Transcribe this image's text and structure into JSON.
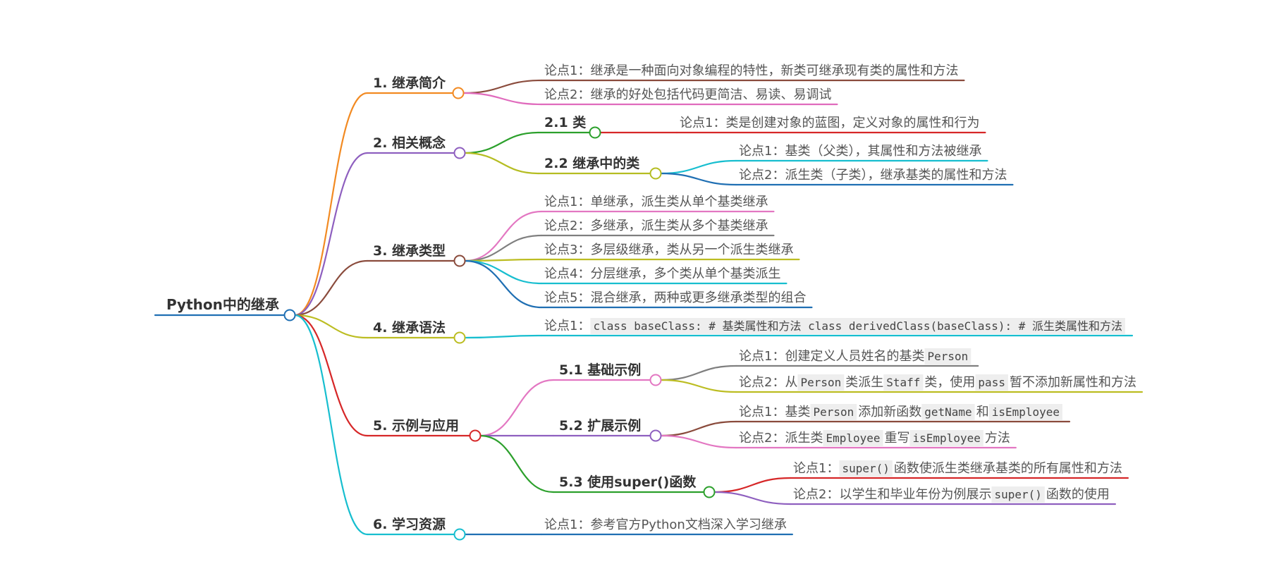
{
  "mindmap": {
    "root": {
      "label": "Python中的继承",
      "color": "#1f6fb3",
      "children": [
        {
          "label": "1. 继承简介",
          "color": "#f28a22",
          "children": [
            {
              "label": "论点1：继承是一种面向对象编程的特性，新类可继承现有类的属性和方法",
              "color": "#8a4b3c"
            },
            {
              "label": "论点2：继承的好处包括代码更简洁、易读、易调试",
              "color": "#e06bbd"
            }
          ]
        },
        {
          "label": "2. 相关概念",
          "color": "#8e5fbf",
          "children": [
            {
              "label": "2.1 类",
              "color": "#2ca02c",
              "children": [
                {
                  "label": "论点1：类是创建对象的蓝图，定义对象的属性和行为",
                  "color": "#d62728"
                }
              ]
            },
            {
              "label": "2.2 继承中的类",
              "color": "#b5bd22",
              "children": [
                {
                  "label": "论点1：基类（父类），其属性和方法被继承",
                  "color": "#17becf"
                },
                {
                  "label": "论点2：派生类（子类），继承基类的属性和方法",
                  "color": "#1f6fb3"
                }
              ]
            }
          ]
        },
        {
          "label": "3. 继承类型",
          "color": "#8a4b3c",
          "children": [
            {
              "label": "论点1：单继承，派生类从单个基类继承",
              "color": "#e377c2"
            },
            {
              "label": "论点2：多继承，派生类从多个基类继承",
              "color": "#7f7f7f"
            },
            {
              "label": "论点3：多层级继承，类从另一个派生类继承",
              "color": "#bcbd22"
            },
            {
              "label": "论点4：分层继承，多个类从单个基类派生",
              "color": "#17becf"
            },
            {
              "label": "论点5：混合继承，两种或更多继承类型的组合",
              "color": "#1f6fb3"
            }
          ]
        },
        {
          "label": "4. 继承语法",
          "color": "#bcbd22",
          "children": [
            {
              "color": "#17becf",
              "parts": [
                {
                  "text": "论点1："
                },
                {
                  "text": "class baseClass: # 基类属性和方法 class derivedClass(baseClass): # 派生类属性和方法",
                  "code": true
                }
              ]
            }
          ]
        },
        {
          "label": "5. 示例与应用",
          "color": "#d62728",
          "children": [
            {
              "label": "5.1 基础示例",
              "color": "#e377c2",
              "children": [
                {
                  "color": "#7f7f7f",
                  "parts": [
                    {
                      "text": "论点1：创建定义人员姓名的基类"
                    },
                    {
                      "text": "Person",
                      "code": true
                    }
                  ]
                },
                {
                  "color": "#bcbd22",
                  "parts": [
                    {
                      "text": "论点2：从"
                    },
                    {
                      "text": "Person",
                      "code": true
                    },
                    {
                      "text": "类派生"
                    },
                    {
                      "text": "Staff",
                      "code": true
                    },
                    {
                      "text": "类，使用"
                    },
                    {
                      "text": "pass",
                      "code": true
                    },
                    {
                      "text": "暂不添加新属性和方法"
                    }
                  ]
                }
              ]
            },
            {
              "label": "5.2 扩展示例",
              "color": "#8e5fbf",
              "children": [
                {
                  "color": "#8a4b3c",
                  "parts": [
                    {
                      "text": "论点1：基类"
                    },
                    {
                      "text": "Person",
                      "code": true
                    },
                    {
                      "text": "添加新函数"
                    },
                    {
                      "text": "getName",
                      "code": true
                    },
                    {
                      "text": "和"
                    },
                    {
                      "text": "isEmployee",
                      "code": true
                    }
                  ]
                },
                {
                  "color": "#e377c2",
                  "parts": [
                    {
                      "text": "论点2：派生类"
                    },
                    {
                      "text": "Employee",
                      "code": true
                    },
                    {
                      "text": "重写"
                    },
                    {
                      "text": "isEmployee",
                      "code": true
                    },
                    {
                      "text": "方法"
                    }
                  ]
                }
              ]
            },
            {
              "label": "5.3 使用super()函数",
              "color": "#2ca02c",
              "children": [
                {
                  "color": "#d62728",
                  "parts": [
                    {
                      "text": "论点1："
                    },
                    {
                      "text": "super()",
                      "code": true
                    },
                    {
                      "text": "函数使派生类继承基类的所有属性和方法"
                    }
                  ]
                },
                {
                  "color": "#8e5fbf",
                  "parts": [
                    {
                      "text": "论点2：以学生和毕业年份为例展示"
                    },
                    {
                      "text": "super()",
                      "code": true
                    },
                    {
                      "text": "函数的使用"
                    }
                  ]
                }
              ]
            }
          ]
        },
        {
          "label": "6. 学习资源",
          "color": "#17becf",
          "children": [
            {
              "label": "论点1：参考官方Python文档深入学习继承",
              "color": "#1f6fb3"
            }
          ]
        }
      ]
    }
  }
}
